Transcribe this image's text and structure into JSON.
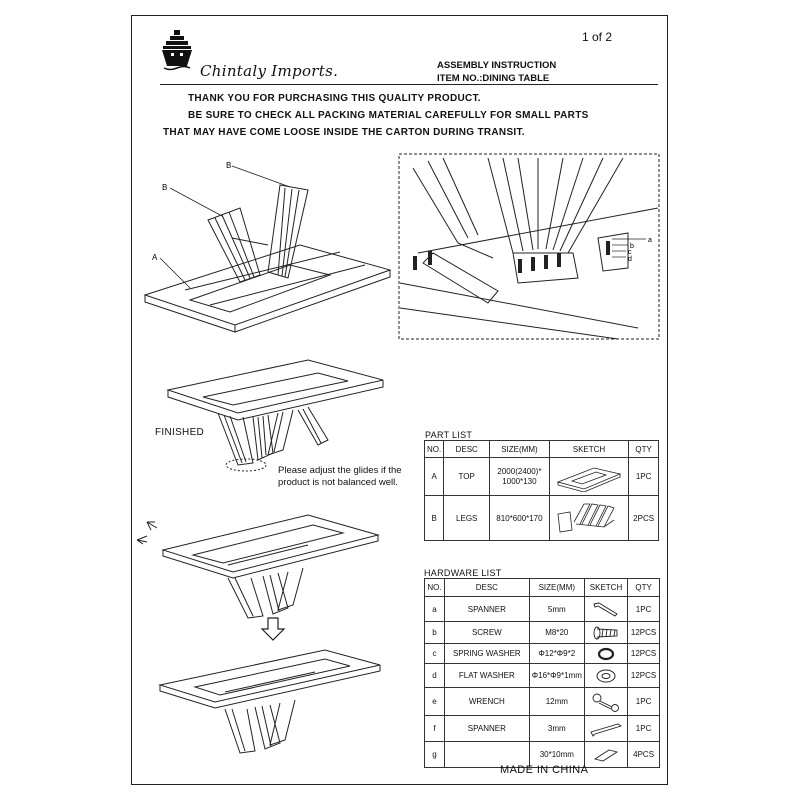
{
  "header": {
    "page_indicator": "1 of 2",
    "brand": "Chintaly Imports.",
    "doc_title": "ASSEMBLY INSTRUCTION",
    "item_no": "ITEM NO.:DINING TABLE"
  },
  "intro": {
    "line1": "THANK YOU FOR PURCHASING THIS QUALITY PRODUCT.",
    "line2": "BE SURE TO CHECK ALL PACKING MATERIAL CAREFULLY FOR SMALL PARTS",
    "line3": "THAT MAY HAVE COME LOOSE INSIDE THE CARTON DURING TRANSIT."
  },
  "diagram_labels": {
    "part_a": "A",
    "part_b1": "B",
    "part_b2": "B",
    "hw_a": "a",
    "hw_b": "b",
    "hw_c": "c",
    "hw_d": "d"
  },
  "finished_label": "FINISHED",
  "glide_note": "Please adjust the glides if the product is not balanced well.",
  "part_list": {
    "title": "PART LIST",
    "headers": [
      "NO.",
      "DESC",
      "SIZE(MM)",
      "SKETCH",
      "QTY"
    ],
    "rows": [
      {
        "no": "A",
        "desc": "TOP",
        "size": "2000(2400)*\n1000*130",
        "sketch": "table-top-sketch",
        "qty": "1PC"
      },
      {
        "no": "B",
        "desc": "LEGS",
        "size": "810*600*170",
        "sketch": "legs-sketch",
        "qty": "2PCS"
      }
    ]
  },
  "hardware_list": {
    "title": "HARDWARE LIST",
    "headers": [
      "NO.",
      "DESC",
      "SIZE(MM)",
      "SKETCH",
      "QTY"
    ],
    "rows": [
      {
        "no": "a",
        "desc": "SPANNER",
        "size": "5mm",
        "sketch": "hex-key-icon",
        "qty": "1PC"
      },
      {
        "no": "b",
        "desc": "SCREW",
        "size": "M8*20",
        "sketch": "screw-icon",
        "qty": "12PCS"
      },
      {
        "no": "c",
        "desc": "SPRING WASHER",
        "size": "Φ12*Φ9*2",
        "sketch": "spring-washer-icon",
        "qty": "12PCS"
      },
      {
        "no": "d",
        "desc": "FLAT WASHER",
        "size": "Φ16*Φ9*1mm",
        "sketch": "flat-washer-icon",
        "qty": "12PCS"
      },
      {
        "no": "e",
        "desc": "WRENCH",
        "size": "12mm",
        "sketch": "wrench-icon",
        "qty": "1PC"
      },
      {
        "no": "f",
        "desc": "SPANNER",
        "size": "3mm",
        "sketch": "small-hex-key-icon",
        "qty": "1PC"
      },
      {
        "no": "g",
        "desc": "",
        "size": "30*10mm",
        "sketch": "felt-pad-icon",
        "qty": "4PCS"
      }
    ]
  },
  "footer": "MADE IN CHINA"
}
